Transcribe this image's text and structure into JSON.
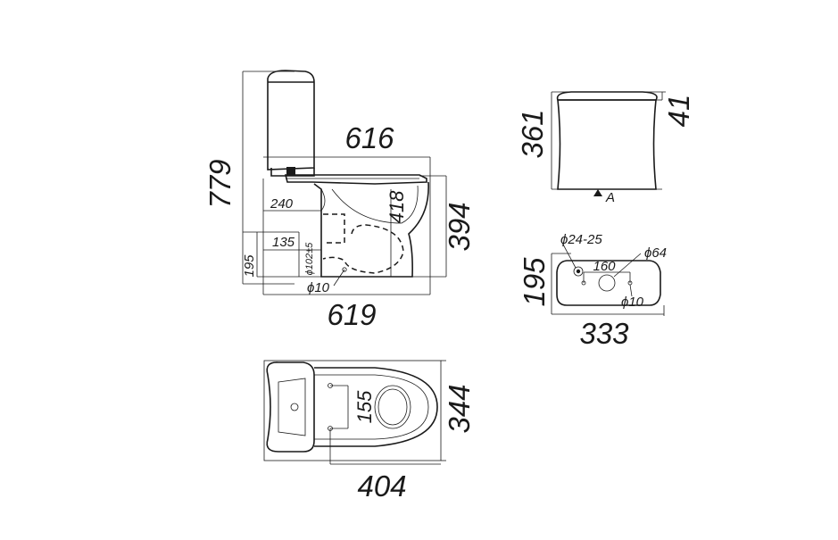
{
  "side_view": {
    "overall_height": "779",
    "depth_top": "616",
    "depth_bottom": "619",
    "bowl_height": "394",
    "seat_drop": "418",
    "inlet_height": "240",
    "outlet_height": "195",
    "outlet_offset": "135",
    "outlet_diameter": "ϕ102±5",
    "fixing_hole": "ϕ10"
  },
  "cistern_front": {
    "height": "361",
    "lid_height": "41",
    "view_marker": "A"
  },
  "cistern_bottom": {
    "height": "195",
    "width": "333",
    "hole_spacing": "160",
    "inlet_diameter": "ϕ24-25",
    "flush_diameter": "ϕ64",
    "bolt_diameter": "ϕ10"
  },
  "top_view": {
    "width": "344",
    "fixing_spacing": "155",
    "length": "404"
  }
}
